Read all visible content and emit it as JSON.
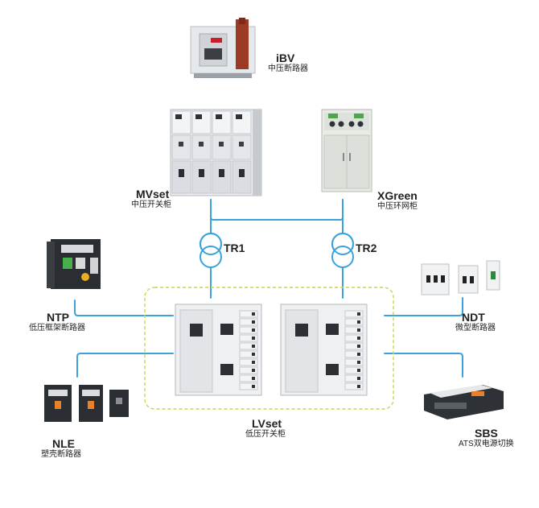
{
  "colors": {
    "line": "#3aa3dd",
    "dashed_box": "#c9d44e",
    "cabinet_light": "#eef0f2",
    "cabinet_mid": "#d6d9dd",
    "device_dark": "#2b2f33",
    "accent_orange": "#e8812a"
  },
  "nodes": {
    "ibv": {
      "name": "iBV",
      "sub": "中压断路器"
    },
    "mvset": {
      "name": "MVset",
      "sub": "中压开关柜"
    },
    "xgreen": {
      "name": "XGreen",
      "sub": "中压环网柜"
    },
    "ntp": {
      "name": "NTP",
      "sub": "低压框架断路器"
    },
    "ndt": {
      "name": "NDT",
      "sub": "微型断路器"
    },
    "nle": {
      "name": "NLE",
      "sub": "塑壳断路器"
    },
    "sbs": {
      "name": "SBS",
      "sub": "ATS双电源切换"
    },
    "lvset": {
      "name": "LVset",
      "sub": "低压开关柜"
    }
  },
  "transformers": {
    "tr1": "TR1",
    "tr2": "TR2"
  }
}
